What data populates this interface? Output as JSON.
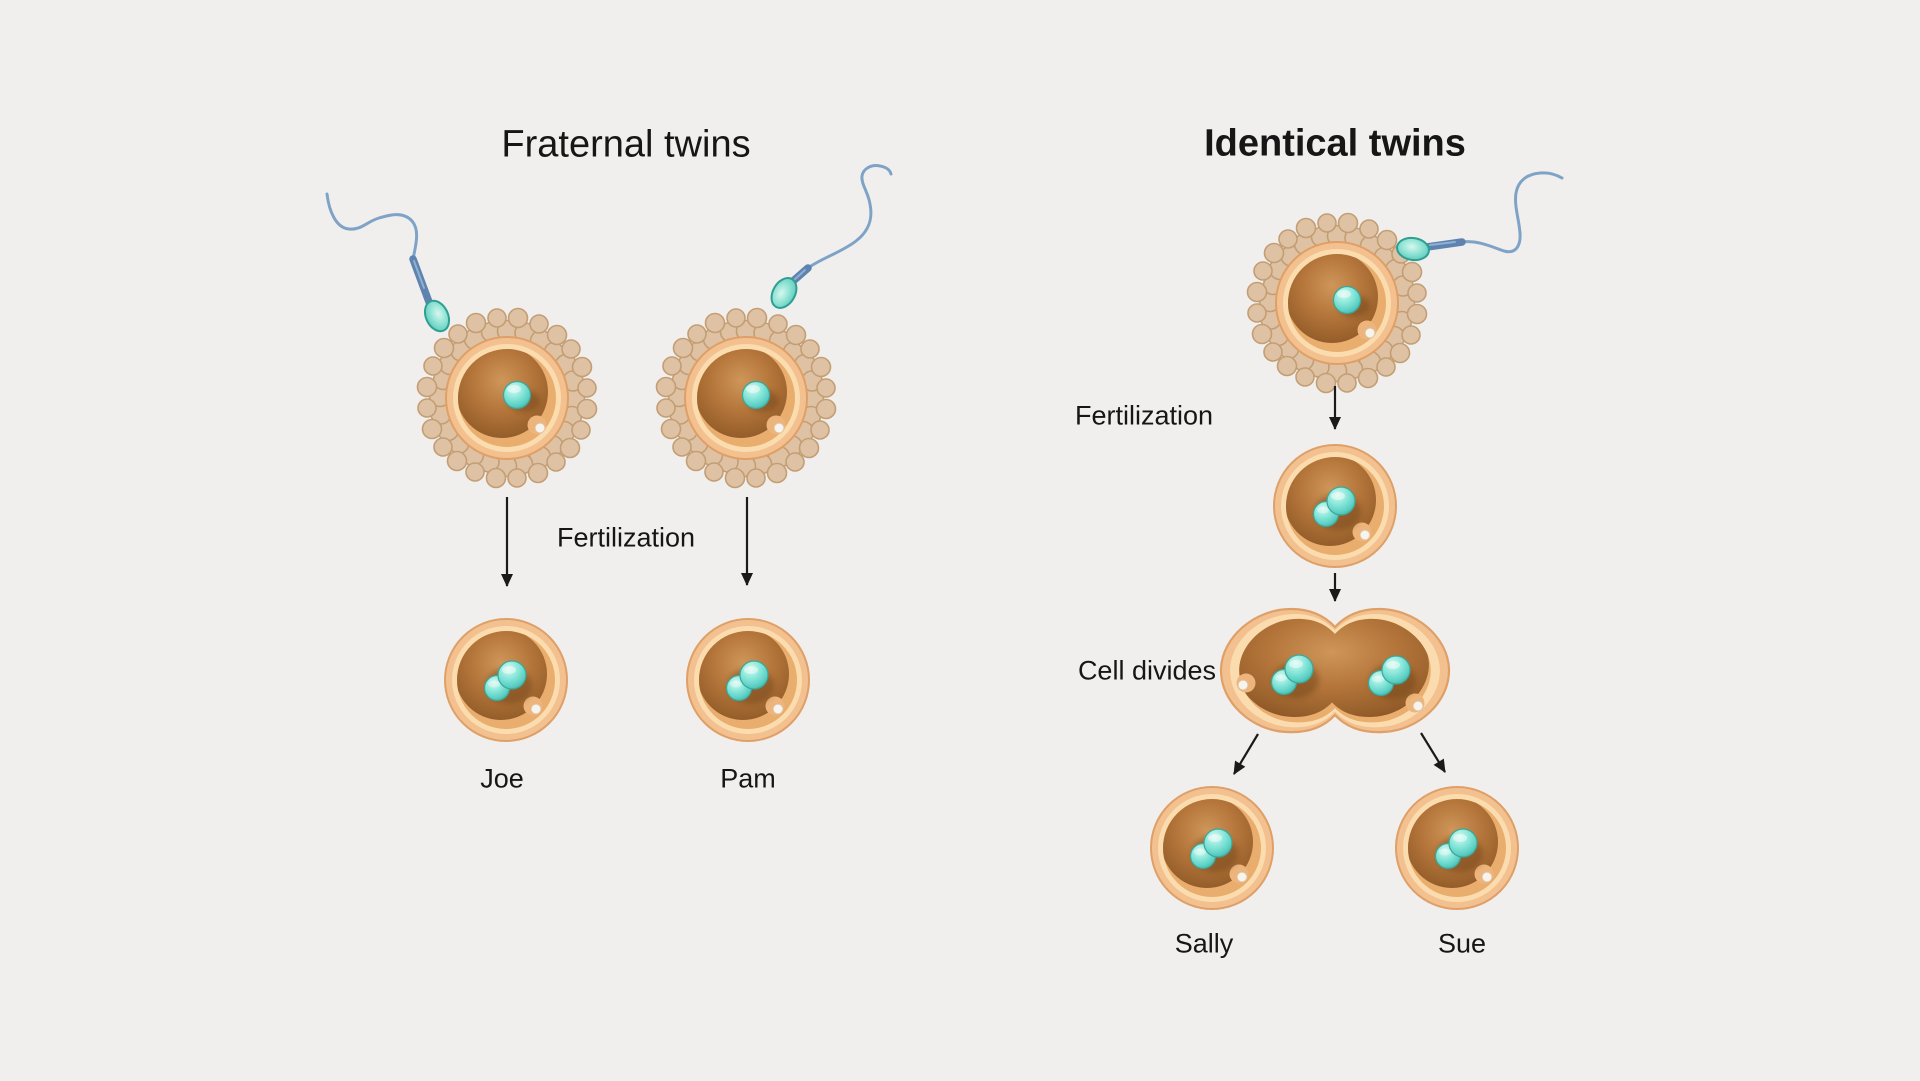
{
  "left_panel": {
    "title": "Fraternal twins",
    "fertilization_label": "Fertilization",
    "offspring": [
      "Joe",
      "Pam"
    ]
  },
  "right_panel": {
    "title": "Identical twins",
    "fertilization_label": "Fertilization",
    "cell_divides_label": "Cell divides",
    "offspring": [
      "Sally",
      "Sue"
    ]
  },
  "colors": {
    "background": "#f0efee",
    "text": "#161616",
    "zona_pellucida": "#f3c190",
    "zona_inner": "#fbdcae",
    "cytoplasm_dark": "#8a5226",
    "cytoplasm_light": "#e9ad6e",
    "corona_radiata_cell": "#dfc2a3",
    "nucleus_teal": "#63d0c3",
    "sperm_tail_blue": "#7ea3c6",
    "arrow": "#1a1a1a"
  }
}
